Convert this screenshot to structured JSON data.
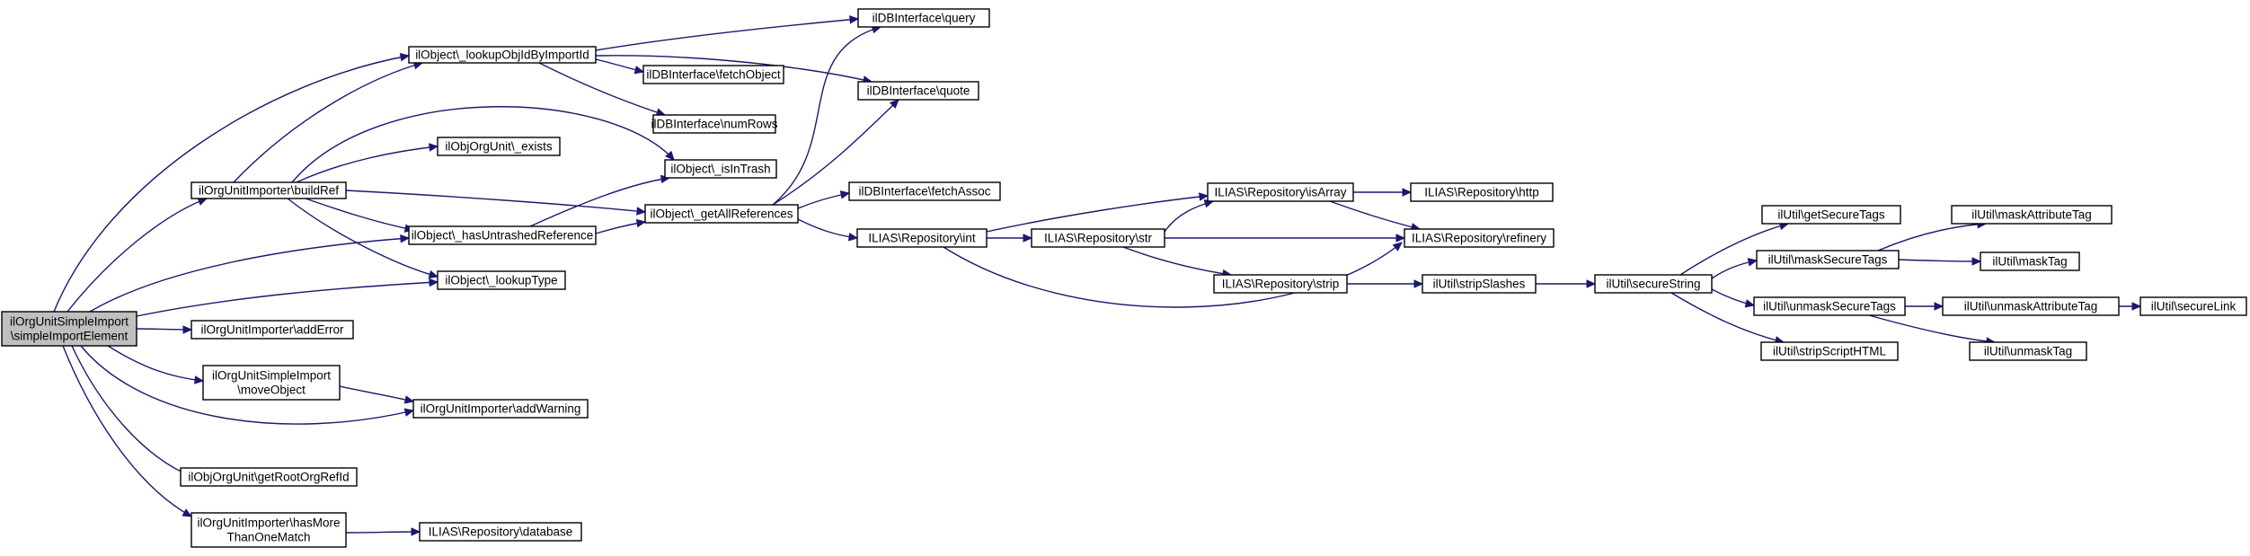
{
  "graph": {
    "nodes": [
      {
        "id": "root",
        "lines": [
          "ilOrgUnitSimpleImport",
          "\\simpleImportElement"
        ],
        "root": true
      },
      {
        "id": "lookupObjId",
        "lines": [
          "ilObject\\_lookupObjIdByImportId"
        ]
      },
      {
        "id": "buildRef",
        "lines": [
          "ilOrgUnitImporter\\buildRef"
        ]
      },
      {
        "id": "hasUntrashed",
        "lines": [
          "ilObject\\_hasUntrashedReference"
        ]
      },
      {
        "id": "lookupType",
        "lines": [
          "ilObject\\_lookupType"
        ]
      },
      {
        "id": "addError",
        "lines": [
          "ilOrgUnitImporter\\addError"
        ]
      },
      {
        "id": "moveObject",
        "lines": [
          "ilOrgUnitSimpleImport",
          "\\moveObject"
        ]
      },
      {
        "id": "addWarning",
        "lines": [
          "ilOrgUnitImporter\\addWarning"
        ]
      },
      {
        "id": "getRootOrgRefId",
        "lines": [
          "ilObjOrgUnit\\getRootOrgRefId"
        ]
      },
      {
        "id": "hasMore",
        "lines": [
          "ilOrgUnitImporter\\hasMore",
          "ThanOneMatch"
        ]
      },
      {
        "id": "database",
        "lines": [
          "ILIAS\\Repository\\database"
        ]
      },
      {
        "id": "orgExists",
        "lines": [
          "ilObjOrgUnit\\_exists"
        ]
      },
      {
        "id": "isInTrash",
        "lines": [
          "ilObject\\_isInTrash"
        ]
      },
      {
        "id": "getAllRefs",
        "lines": [
          "ilObject\\_getAllReferences"
        ]
      },
      {
        "id": "dbQuery",
        "lines": [
          "ilDBInterface\\query"
        ]
      },
      {
        "id": "dbQuote",
        "lines": [
          "ilDBInterface\\quote"
        ]
      },
      {
        "id": "dbFetchObject",
        "lines": [
          "ilDBInterface\\fetchObject"
        ]
      },
      {
        "id": "dbNumRows",
        "lines": [
          "ilDBInterface\\numRows"
        ]
      },
      {
        "id": "dbFetchAssoc",
        "lines": [
          "ilDBInterface\\fetchAssoc"
        ]
      },
      {
        "id": "repoInt",
        "lines": [
          "ILIAS\\Repository\\int"
        ]
      },
      {
        "id": "repoStr",
        "lines": [
          "ILIAS\\Repository\\str"
        ]
      },
      {
        "id": "repoIsArray",
        "lines": [
          "ILIAS\\Repository\\isArray"
        ]
      },
      {
        "id": "repoHttp",
        "lines": [
          "ILIAS\\Repository\\http"
        ]
      },
      {
        "id": "repoRefinery",
        "lines": [
          "ILIAS\\Repository\\refinery"
        ]
      },
      {
        "id": "repoStrip",
        "lines": [
          "ILIAS\\Repository\\strip"
        ]
      },
      {
        "id": "stripSlashes",
        "lines": [
          "ilUtil\\stripSlashes"
        ]
      },
      {
        "id": "secureString",
        "lines": [
          "ilUtil\\secureString"
        ]
      },
      {
        "id": "getSecureTags",
        "lines": [
          "ilUtil\\getSecureTags"
        ]
      },
      {
        "id": "maskSecureTags",
        "lines": [
          "ilUtil\\maskSecureTags"
        ]
      },
      {
        "id": "unmaskSecureTags",
        "lines": [
          "ilUtil\\unmaskSecureTags"
        ]
      },
      {
        "id": "stripScriptHTML",
        "lines": [
          "ilUtil\\stripScriptHTML"
        ]
      },
      {
        "id": "maskAttributeTag",
        "lines": [
          "ilUtil\\maskAttributeTag"
        ]
      },
      {
        "id": "maskTag",
        "lines": [
          "ilUtil\\maskTag"
        ]
      },
      {
        "id": "unmaskAttributeTag",
        "lines": [
          "ilUtil\\unmaskAttributeTag"
        ]
      },
      {
        "id": "unmaskTag",
        "lines": [
          "ilUtil\\unmaskTag"
        ]
      },
      {
        "id": "secureLink",
        "lines": [
          "ilUtil\\secureLink"
        ]
      }
    ],
    "edges": [
      [
        "root",
        "lookupObjId"
      ],
      [
        "root",
        "buildRef"
      ],
      [
        "root",
        "hasUntrashed"
      ],
      [
        "root",
        "lookupType"
      ],
      [
        "root",
        "addError"
      ],
      [
        "root",
        "moveObject"
      ],
      [
        "root",
        "addWarning"
      ],
      [
        "root",
        "getRootOrgRefId"
      ],
      [
        "root",
        "hasMore"
      ],
      [
        "buildRef",
        "lookupObjId"
      ],
      [
        "buildRef",
        "orgExists"
      ],
      [
        "buildRef",
        "isInTrash"
      ],
      [
        "buildRef",
        "getAllRefs"
      ],
      [
        "buildRef",
        "hasUntrashed"
      ],
      [
        "buildRef",
        "lookupType"
      ],
      [
        "moveObject",
        "addWarning"
      ],
      [
        "hasMore",
        "database"
      ],
      [
        "lookupObjId",
        "dbQuery"
      ],
      [
        "lookupObjId",
        "dbFetchObject"
      ],
      [
        "lookupObjId",
        "dbNumRows"
      ],
      [
        "lookupObjId",
        "dbQuote"
      ],
      [
        "hasUntrashed",
        "isInTrash"
      ],
      [
        "hasUntrashed",
        "getAllRefs"
      ],
      [
        "getAllRefs",
        "dbQuery"
      ],
      [
        "getAllRefs",
        "dbQuote"
      ],
      [
        "getAllRefs",
        "dbFetchAssoc"
      ],
      [
        "getAllRefs",
        "repoInt"
      ],
      [
        "repoInt",
        "repoIsArray"
      ],
      [
        "repoInt",
        "repoStr"
      ],
      [
        "repoInt",
        "repoRefinery"
      ],
      [
        "repoStr",
        "repoIsArray"
      ],
      [
        "repoStr",
        "repoRefinery"
      ],
      [
        "repoStr",
        "repoStrip"
      ],
      [
        "repoIsArray",
        "repoHttp"
      ],
      [
        "repoIsArray",
        "repoRefinery"
      ],
      [
        "repoStrip",
        "stripSlashes"
      ],
      [
        "stripSlashes",
        "secureString"
      ],
      [
        "secureString",
        "getSecureTags"
      ],
      [
        "secureString",
        "maskSecureTags"
      ],
      [
        "secureString",
        "unmaskSecureTags"
      ],
      [
        "secureString",
        "stripScriptHTML"
      ],
      [
        "maskSecureTags",
        "maskAttributeTag"
      ],
      [
        "maskSecureTags",
        "maskTag"
      ],
      [
        "unmaskSecureTags",
        "unmaskAttributeTag"
      ],
      [
        "unmaskSecureTags",
        "unmaskTag"
      ],
      [
        "unmaskAttributeTag",
        "secureLink"
      ]
    ]
  },
  "colors": {
    "edge": "#191970",
    "node_border": "#000000",
    "root_fill": "#bfbfbf",
    "node_fill": "#ffffff"
  }
}
